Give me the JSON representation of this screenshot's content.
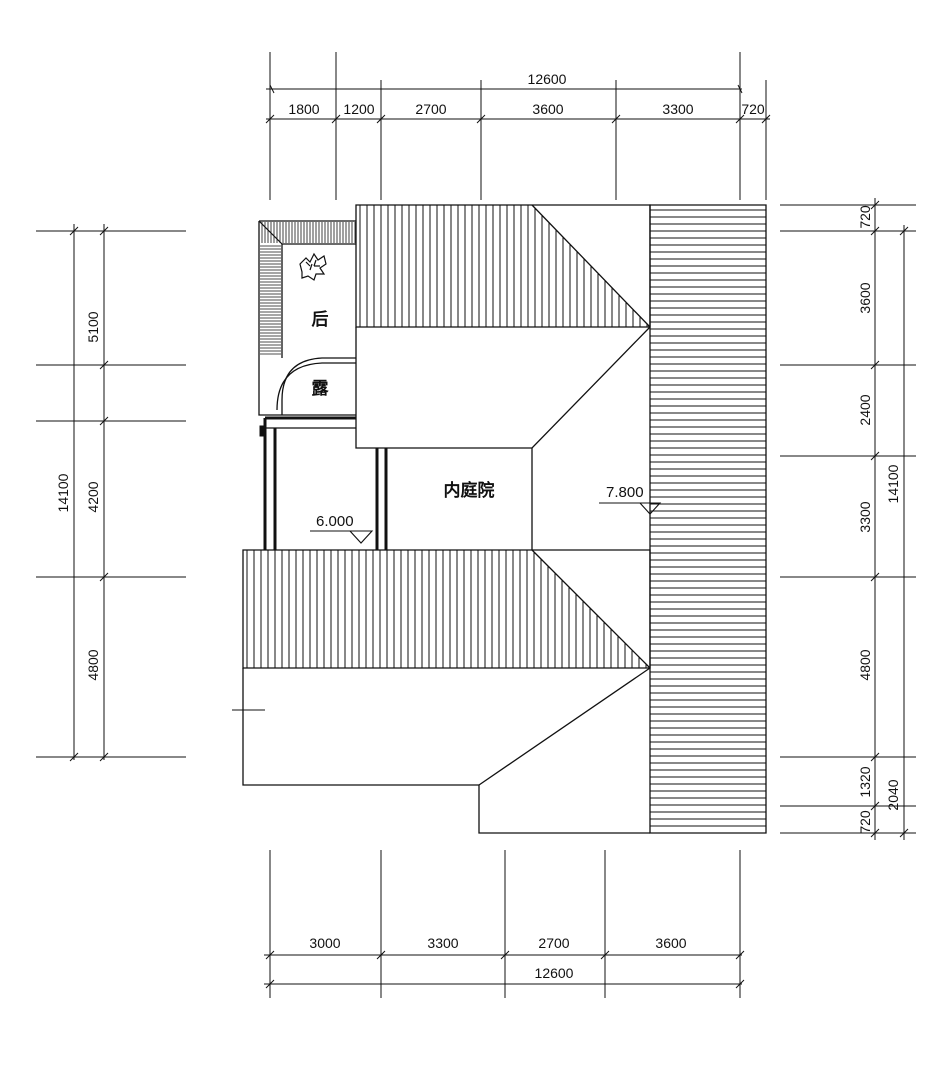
{
  "dimensions": {
    "top_total": "12600",
    "top_segments": [
      "1800",
      "1200",
      "2700",
      "3600",
      "3300",
      "720"
    ],
    "bottom_total": "12600",
    "bottom_segments": [
      "3000",
      "3300",
      "2700",
      "3600"
    ],
    "left_total": "14100",
    "left_segments": [
      "5100",
      "4200",
      "4800"
    ],
    "right_total": "14100",
    "right_segments": [
      "720",
      "3600",
      "2400",
      "3300",
      "4800",
      "1320",
      "720"
    ],
    "right_sub": "2040"
  },
  "labels": {
    "courtyard": "内庭院",
    "back_char_1": "后",
    "back_char_2": "露"
  },
  "elevations": {
    "left": "6.000",
    "right": "7.800"
  },
  "colors": {
    "line": "#111111",
    "background": "#ffffff"
  }
}
